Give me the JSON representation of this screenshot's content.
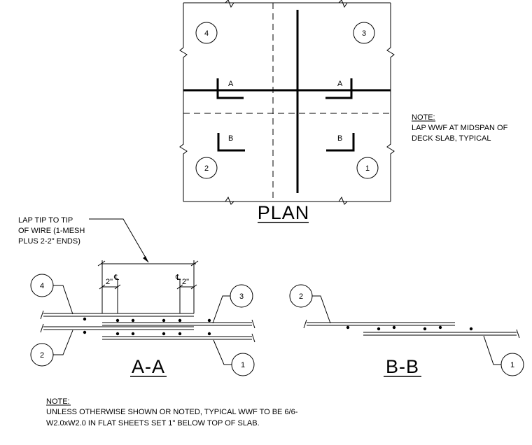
{
  "plan": {
    "title": "PLAN",
    "quadrant_tags": [
      "4",
      "3",
      "2",
      "1"
    ],
    "section_marks": [
      "A",
      "A",
      "B",
      "B"
    ]
  },
  "note_right": {
    "heading": "NOTE:",
    "lines": [
      "LAP WWF AT MIDSPAN OF",
      "DECK SLAB, TYPICAL"
    ]
  },
  "lap_note": {
    "lines": [
      "LAP TIP TO TIP",
      "OF WIRE (1-MESH",
      "PLUS 2-2\" ENDS)"
    ]
  },
  "section_aa": {
    "title": "A-A",
    "tags": [
      "4",
      "3",
      "2",
      "1"
    ],
    "dim_left": "2\"",
    "dim_right": "2\"",
    "cl_symbol": "℄"
  },
  "section_bb": {
    "title": "B-B",
    "tags": [
      "2",
      "1"
    ]
  },
  "note_bottom": {
    "heading": "NOTE:",
    "lines": [
      "UNLESS OTHERWISE SHOWN OR NOTED, TYPICAL WWF TO BE 6/6-",
      "W2.0xW2.0 IN FLAT SHEETS SET 1\" BELOW TOP OF SLAB."
    ]
  }
}
